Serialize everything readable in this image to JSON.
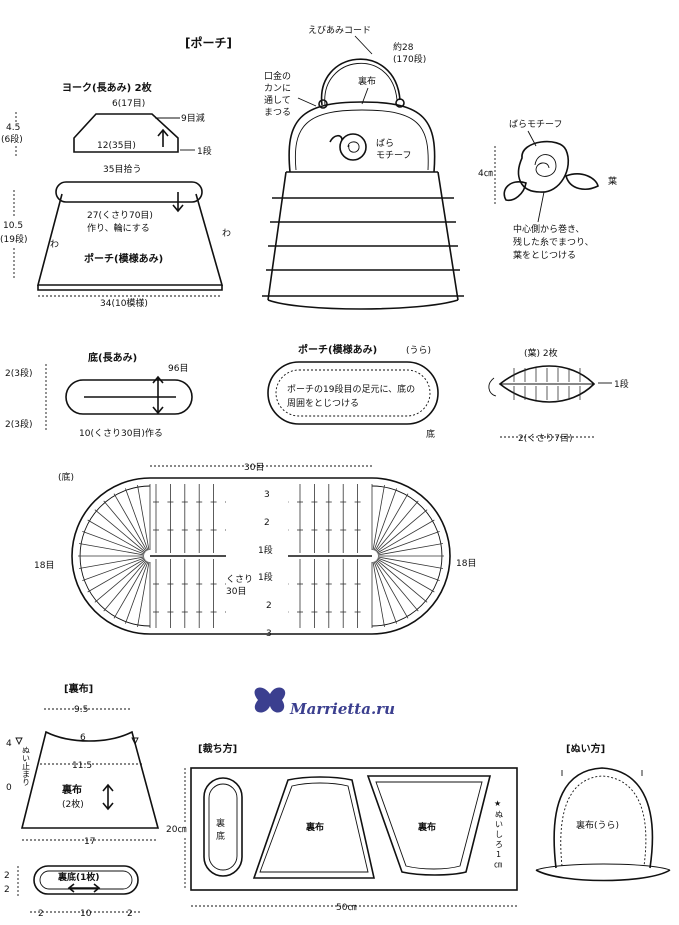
{
  "pouch_title": "[ポーチ]",
  "yoke": {
    "title": "ヨーク(長あみ) 2枚",
    "top": "6(17目)",
    "dec": "9目減",
    "row1": "1段",
    "mid": "12(35目)",
    "pickup": "35目拾う",
    "h": "4.5",
    "hrows": "(6段)"
  },
  "body": {
    "chain": "27(くさり70目)",
    "ring": "作り、輪にする",
    "wa": "わ",
    "name": "ポーチ(模様あみ)",
    "bottom": "34(10模様)",
    "h": "10.5",
    "hrows": "(19段)"
  },
  "finished": {
    "cord": "えびあみコード",
    "cord_len": "約28",
    "cord_rows": "(170段)",
    "kuchigane": [
      "口金の",
      "カンに",
      "通して",
      "まつる"
    ],
    "lining": "裏布",
    "rose": [
      "ばら",
      "モチーフ"
    ]
  },
  "rose_motif": {
    "title": "ばらモチーフ",
    "size": "4㎝",
    "leaf": "葉",
    "note": [
      "中心側から巻き、",
      "残した糸でまつり、",
      "葉をとじつける"
    ]
  },
  "base_small": {
    "title": "底(長あみ)",
    "stitches": "96目",
    "r1": "2(3段)",
    "r2": "2(3段)",
    "chain": "10(くさり30目)作る"
  },
  "pouch_pattern": {
    "title": "ポーチ(模様あみ)",
    "ura": "(うら)",
    "note": [
      "ポーチの19段目の足元に、底の",
      "周囲をとじつける"
    ],
    "base": "底"
  },
  "leaf_chart": {
    "title": "(葉) 2枚",
    "row": "1段",
    "chain": "2(くさり7目)"
  },
  "base_chart": {
    "title": "(底)",
    "width": "30目",
    "side_left": "18目",
    "side_right": "18目",
    "rows_top": [
      "3",
      "2",
      "1段"
    ],
    "rows_bottom": [
      "1段",
      "2",
      "3"
    ],
    "chain": "くさり",
    "chain_num": "30目"
  },
  "watermark": "Marrietta.ru",
  "lining": {
    "title": "[裏布]",
    "top": "9.5",
    "mid_top": "6",
    "stop": "ぬい止まり",
    "mid": "11.5",
    "name": "裏布",
    "count": "(2枚)",
    "bottom": "17",
    "left_h_top": "4",
    "left_h": "0"
  },
  "lining_base": {
    "name": "裏底(1枚)",
    "a": "2",
    "b": "10",
    "c": "2",
    "h1": "2",
    "h2": "2"
  },
  "cutting": {
    "title": "[裁ち方]",
    "height": "20㎝",
    "width": "50㎝",
    "base": [
      "裏",
      "底"
    ],
    "piece1": "裏布",
    "piece2": "裏布",
    "seam": [
      "★",
      "ぬ",
      "い",
      "し",
      "ろ",
      "1",
      "㎝"
    ]
  },
  "sewing": {
    "title": "[ぬい方]",
    "label": "裏布(うら)"
  }
}
